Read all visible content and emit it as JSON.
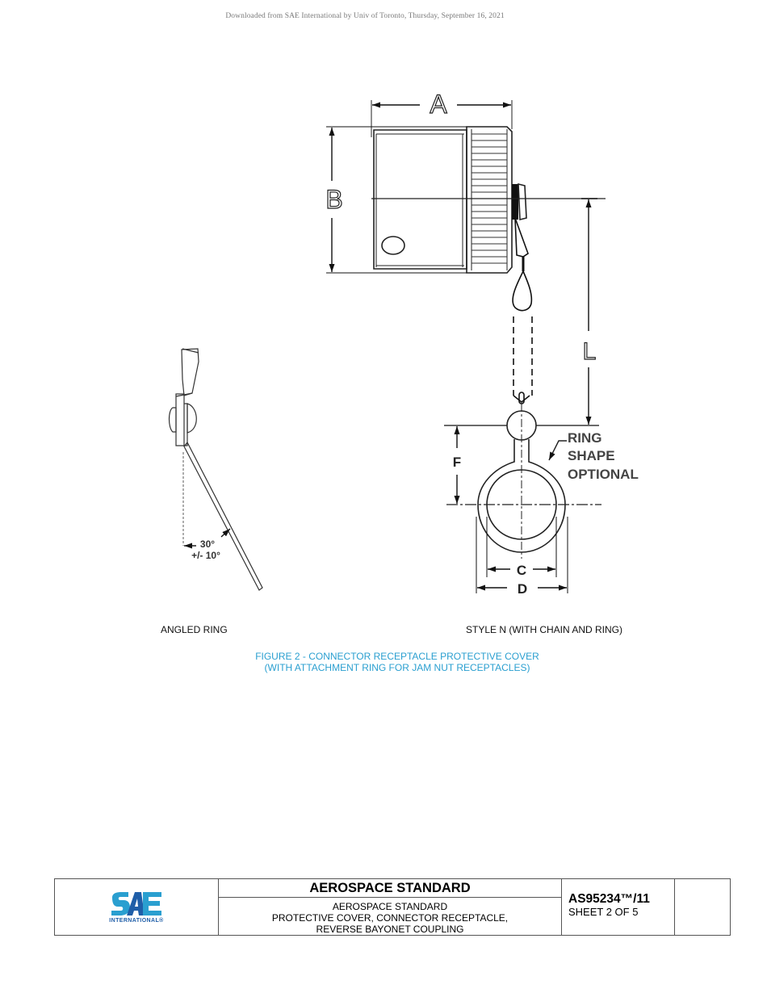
{
  "banner": {
    "text": "Downloaded from SAE International by Univ of Toronto, Thursday, September 16, 2021"
  },
  "drawing": {
    "main_view": {
      "dim_labels": {
        "A": "A",
        "B": "B",
        "L": "L",
        "F": "F",
        "C": "C",
        "D": "D"
      },
      "note": [
        "RING",
        "SHAPE",
        "OPTIONAL"
      ]
    },
    "angled_ring": {
      "angle_label": "30°",
      "tolerance_label": "+/- 10°"
    }
  },
  "captions": {
    "left": "ANGLED RING",
    "right": "STYLE N (WITH CHAIN AND RING)"
  },
  "figure": {
    "title_line1": "FIGURE 2 - CONNECTOR RECEPTACLE PROTECTIVE COVER",
    "title_line2": "(WITH ATTACHMENT RING FOR JAM NUT RECEPTACLES)",
    "color": "#2a9fd0"
  },
  "title_block": {
    "logo": {
      "mark": "SAE",
      "subtext": "INTERNATIONAL®",
      "colors": {
        "light": "#2a9fd0",
        "dark": "#1f5ea8"
      }
    },
    "heading": "AEROSPACE STANDARD",
    "description": [
      "AEROSPACE STANDARD",
      "PROTECTIVE COVER, CONNECTOR RECEPTACLE,",
      "REVERSE BAYONET COUPLING"
    ],
    "doc_number": "AS95234™/11",
    "sheet": "SHEET 2 OF 5"
  }
}
